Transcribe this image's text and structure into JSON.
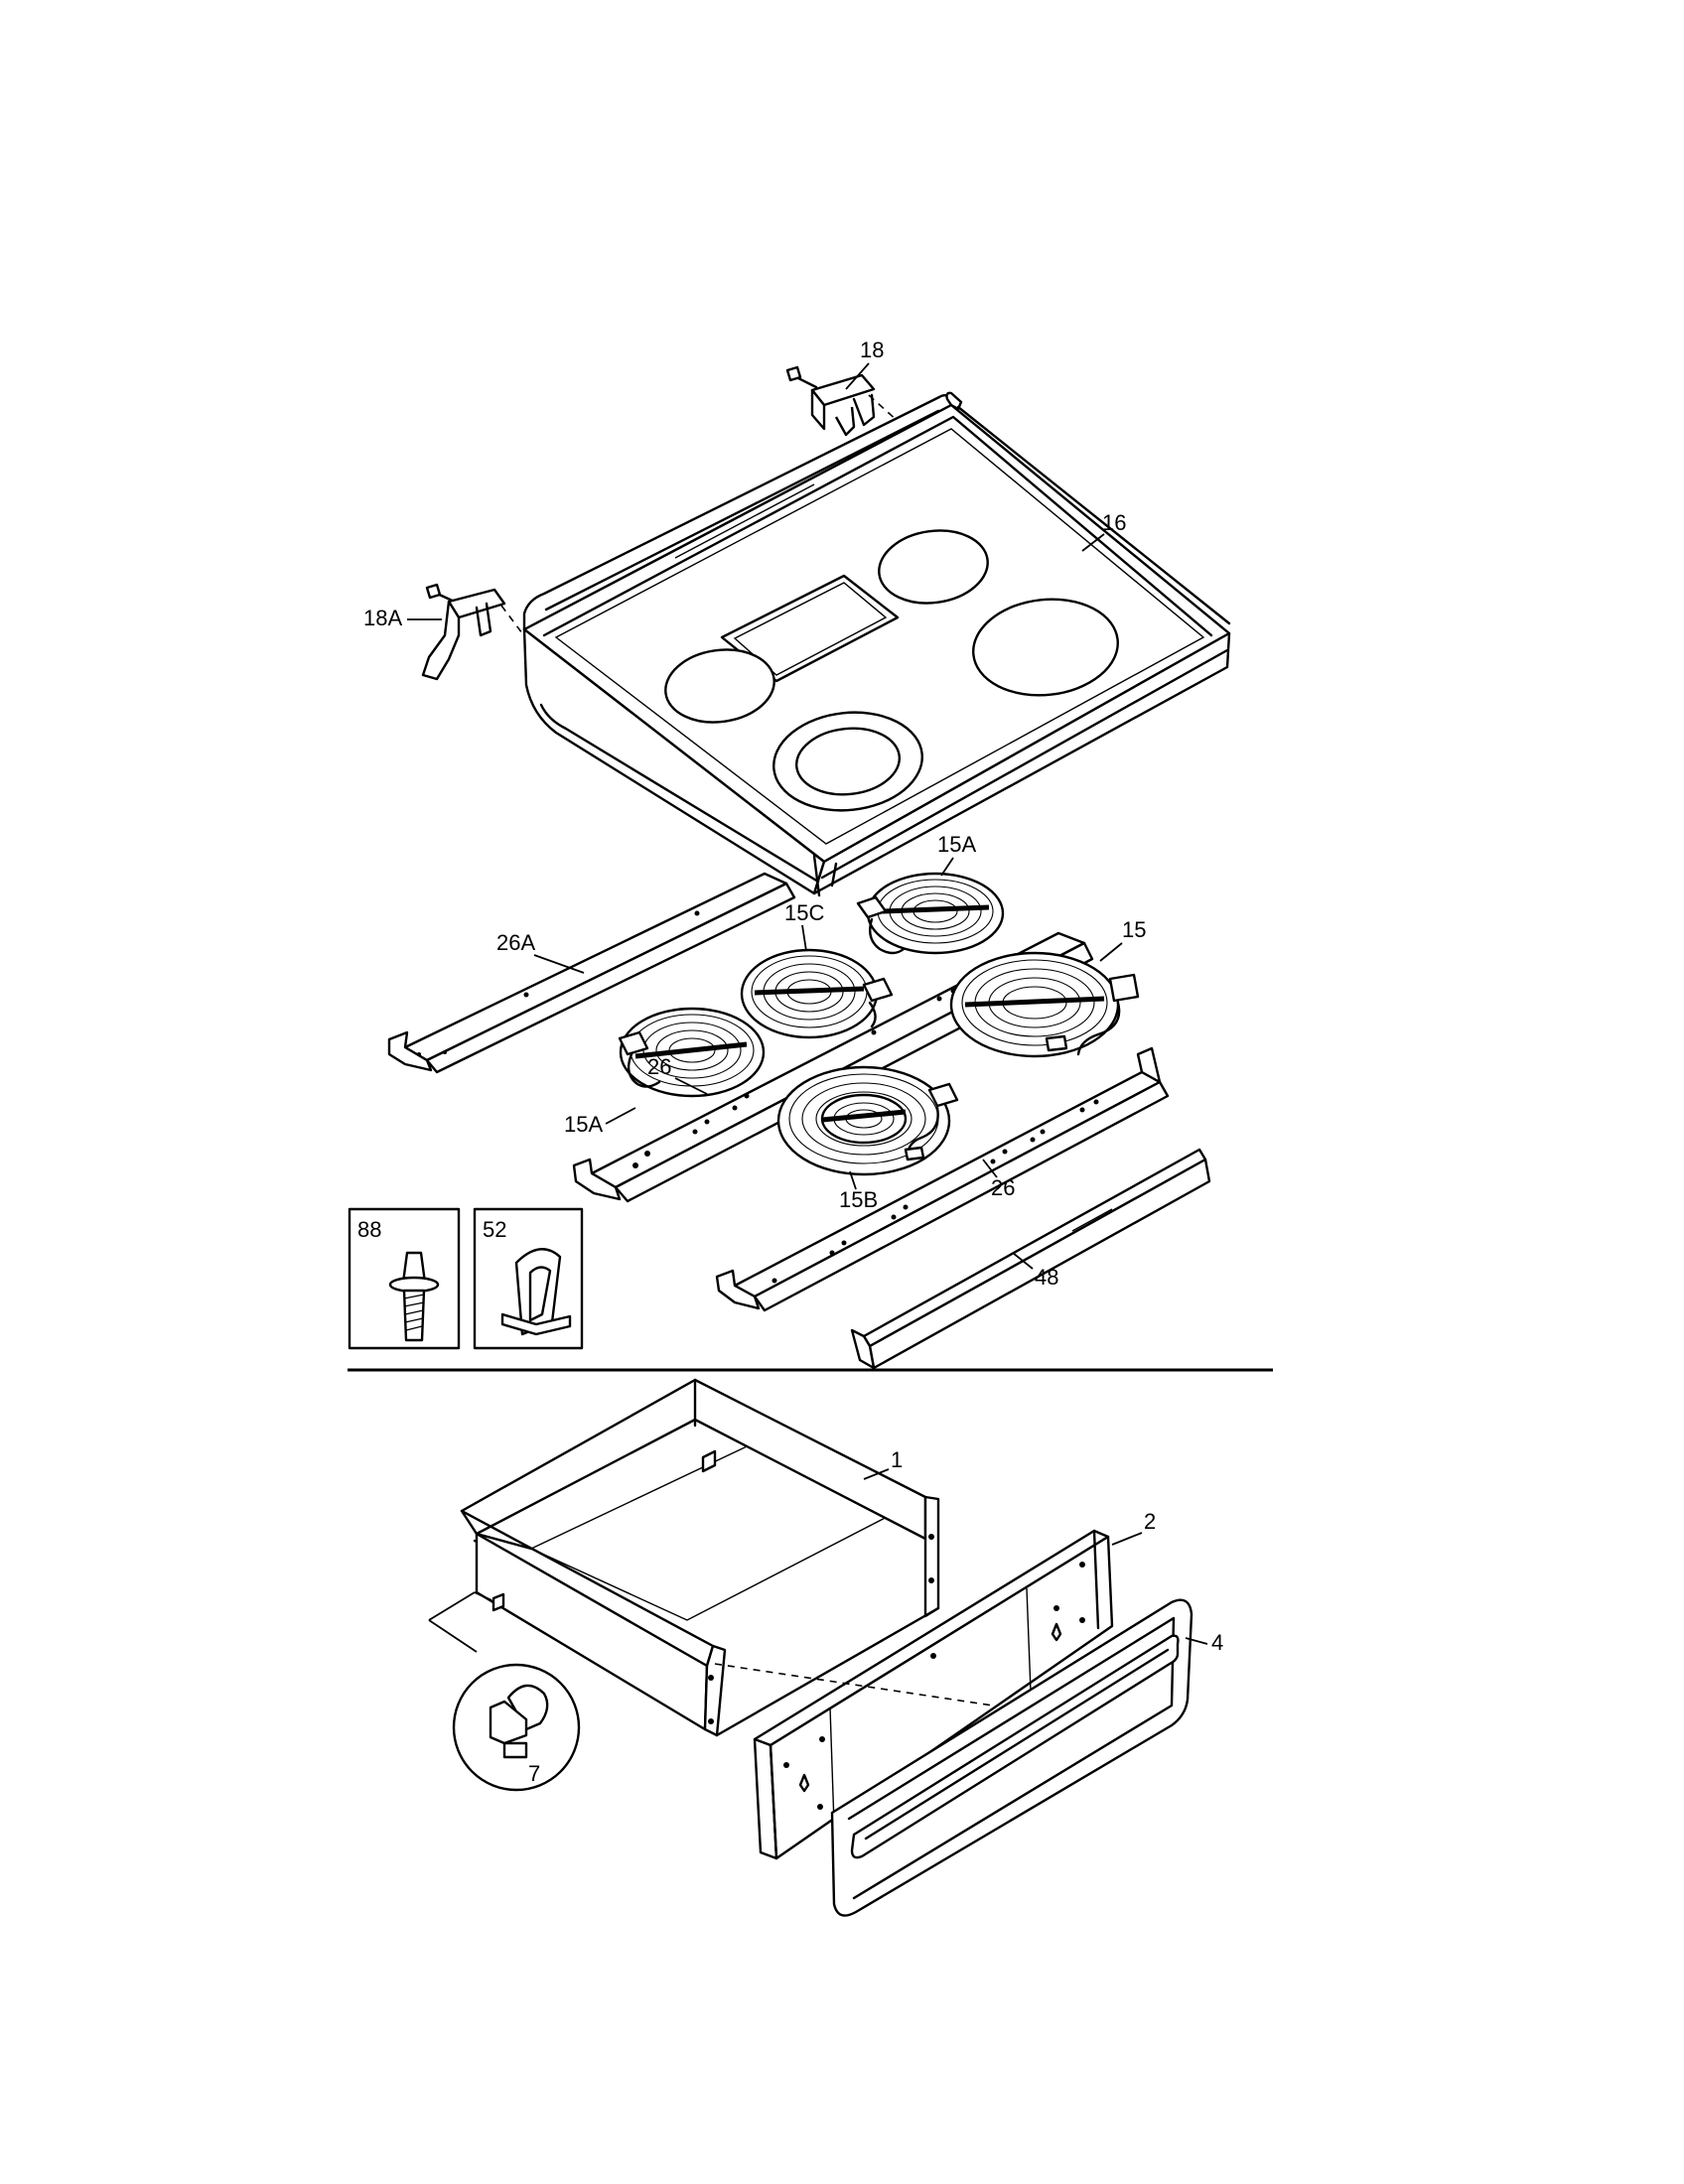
{
  "callouts": {
    "c18": "18",
    "c18a": "18A",
    "c16": "16",
    "c15a_top": "15A",
    "c15c": "15C",
    "c15": "15",
    "c26a": "26A",
    "c15a_left": "15A",
    "c26_left": "26",
    "c15b": "15B",
    "c26_right": "26",
    "c48": "48",
    "c1": "1",
    "c2": "2",
    "c4": "4",
    "c7": "7"
  },
  "insets": {
    "screw": {
      "label": "88",
      "icon": "shoulder-screw-icon"
    },
    "clip": {
      "label": "52",
      "icon": "retainer-clip-icon"
    }
  }
}
